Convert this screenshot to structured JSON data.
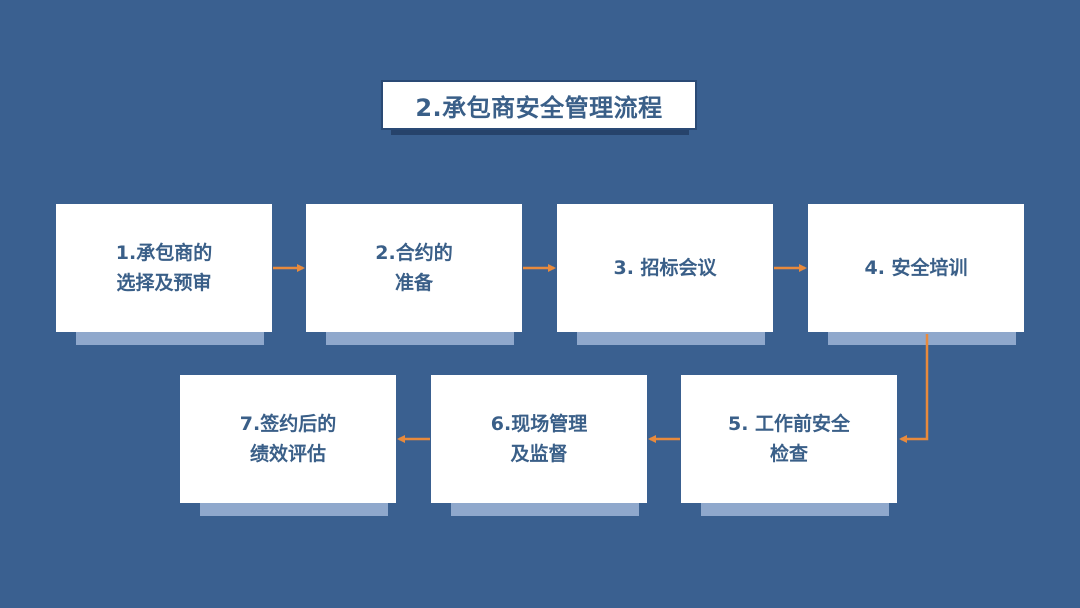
{
  "title": "2.承包商安全管理流程",
  "steps": [
    {
      "label": "1.承包商的\n选择及预审"
    },
    {
      "label": "2.合约的\n准备"
    },
    {
      "label": "3. 招标会议"
    },
    {
      "label": "4. 安全培训"
    },
    {
      "label": "5. 工作前安全\n检查"
    },
    {
      "label": "6.现场管理\n及监督"
    },
    {
      "label": "7.签约后的\n绩效评估"
    }
  ],
  "colors": {
    "background": "#3a6090",
    "card": "#ffffff",
    "text": "#3a5f88",
    "arrow": "#e88a3c"
  }
}
